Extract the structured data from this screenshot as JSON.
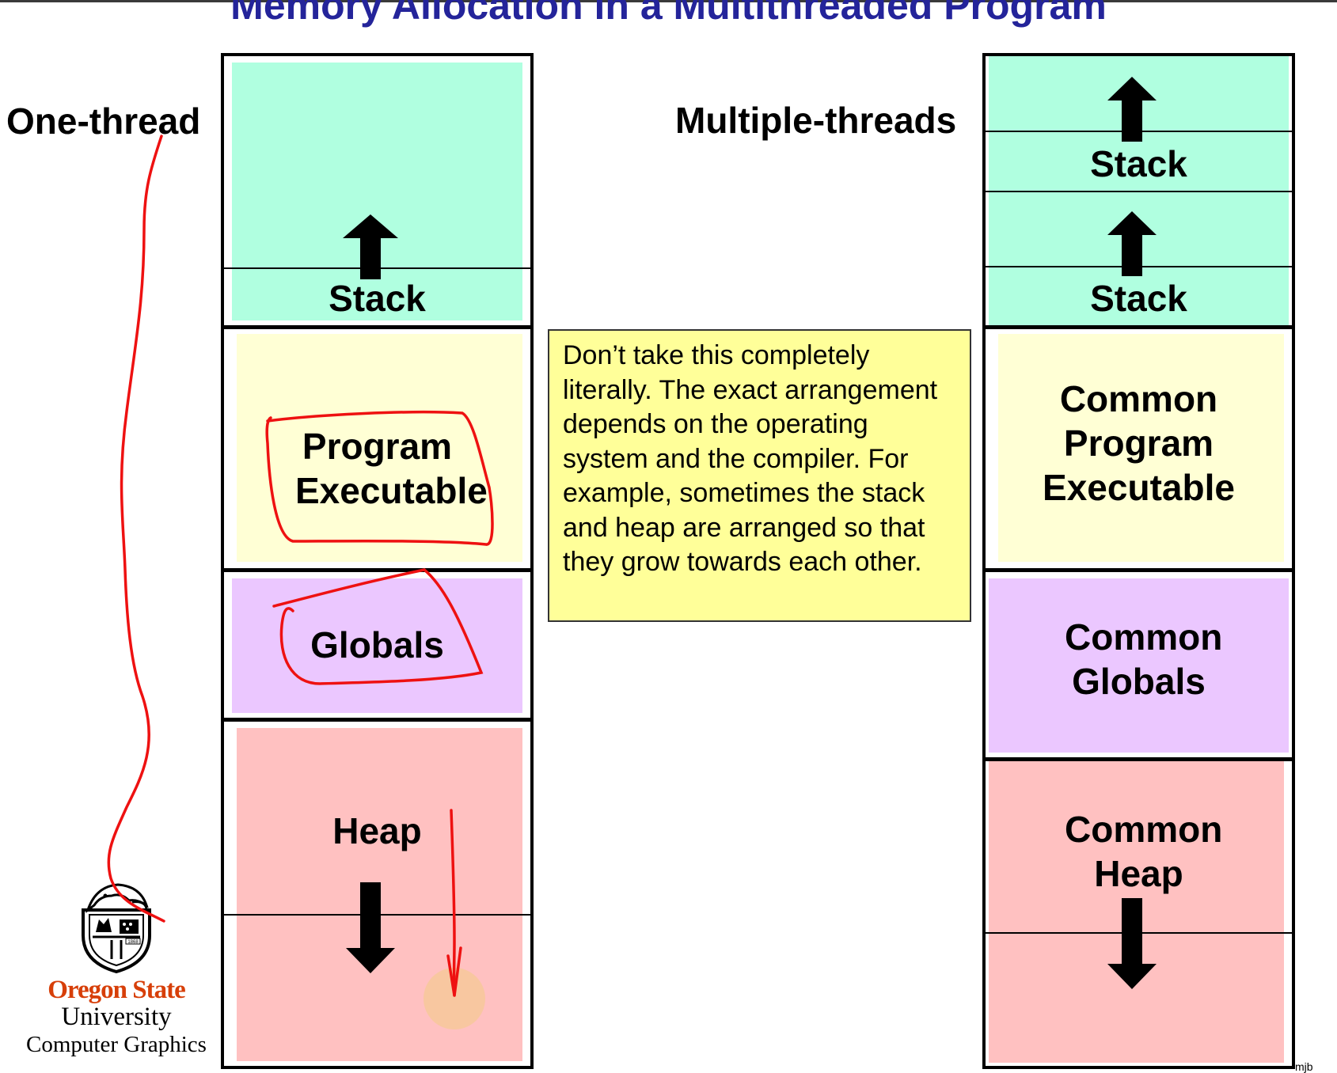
{
  "title": "Memory Allocation in a Multithreaded Program",
  "one_thread": {
    "heading": "One-thread",
    "regions": [
      {
        "label": "Stack",
        "color": "#b0ffe0",
        "growth": "up"
      },
      {
        "label": "Program Executable",
        "color": "#ffffd5"
      },
      {
        "label": "Globals",
        "color": "#ebc7ff"
      },
      {
        "label": "Heap",
        "color": "#ffc1c1",
        "growth": "down"
      }
    ]
  },
  "multi_thread": {
    "heading": "Multiple-threads",
    "regions": [
      {
        "label": "Stack",
        "color": "#b0ffe0",
        "growth": "up"
      },
      {
        "label": "Stack",
        "color": "#b0ffe0",
        "growth": "up"
      },
      {
        "label": "Common Program Executable",
        "color": "#ffffd5"
      },
      {
        "label": "Common Globals",
        "color": "#ebc7ff"
      },
      {
        "label": "Common Heap",
        "color": "#ffc1c1",
        "growth": "down"
      }
    ]
  },
  "note": "Don’t take this completely literally.  The exact arrangement depends on the operating system and the compiler.  For example, sometimes the stack and heap are arranged so that they grow towards each other.",
  "logo": {
    "name": "Oregon State",
    "subname": "University",
    "dept": "Computer Graphics",
    "seal_year": "1868"
  },
  "corner_mark": "mjb",
  "colors": {
    "title": "#24249a",
    "stack": "#b0ffe0",
    "executable": "#ffffd5",
    "globals": "#ebc7ff",
    "heap": "#ffc1c1",
    "note": "#ffff99",
    "osu_orange": "#d73f09",
    "annotation_ink": "#ee1111"
  }
}
